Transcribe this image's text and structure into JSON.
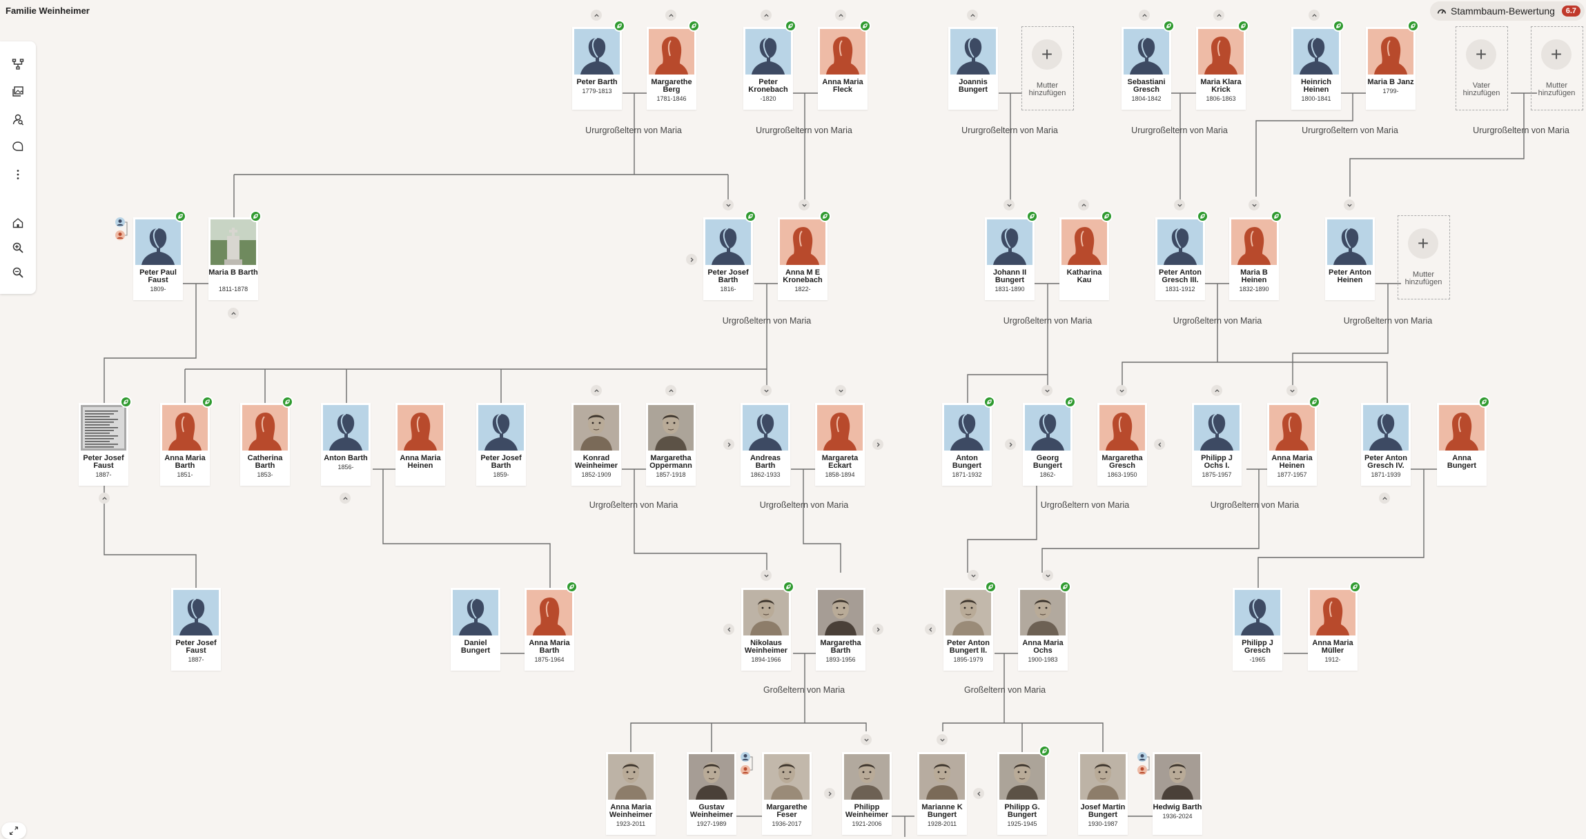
{
  "app": {
    "family_title": "Familie Weinheimer",
    "score_label": "Stammbaum-Bewertung",
    "score_value": "6.7"
  },
  "colors": {
    "background": "#f7f4f1",
    "male_bg": "#b9d4e6",
    "male_figure": "#3d4a63",
    "female_bg": "#eebba6",
    "female_figure": "#b84a2c",
    "hint_badge": "#2f9a2f",
    "score_badge": "#c0392b",
    "line": "#6b6b6b"
  },
  "toolbar": {
    "tools": [
      {
        "icon": "tree-view-icon"
      },
      {
        "icon": "gallery-icon"
      },
      {
        "icon": "person-search-icon"
      },
      {
        "icon": "comment-icon"
      },
      {
        "icon": "more-icon"
      },
      {
        "icon": "home-icon"
      },
      {
        "icon": "zoom-in-icon"
      },
      {
        "icon": "zoom-out-icon"
      }
    ]
  },
  "people": [
    {
      "id": "p1",
      "name": "Peter Barth",
      "dates": "1779-1813",
      "sex": "m",
      "photo": "silhouette",
      "hint": true
    },
    {
      "id": "p2",
      "name": "Margarethe Berg",
      "dates": "1781-1846",
      "sex": "f",
      "photo": "silhouette",
      "hint": true
    },
    {
      "id": "p3",
      "name": "Peter Kronebach",
      "dates": "-1820",
      "sex": "m",
      "photo": "silhouette",
      "hint": true
    },
    {
      "id": "p4",
      "name": "Anna Maria Fleck",
      "dates": "",
      "sex": "f",
      "photo": "silhouette",
      "hint": true
    },
    {
      "id": "p5",
      "name": "Joannis Bungert",
      "dates": "",
      "sex": "m",
      "photo": "silhouette",
      "hint": false
    },
    {
      "id": "p6",
      "name": "Sebastiani Gresch",
      "dates": "1804-1842",
      "sex": "m",
      "photo": "silhouette",
      "hint": true
    },
    {
      "id": "p7",
      "name": "Maria Klara Krick",
      "dates": "1806-1863",
      "sex": "f",
      "photo": "silhouette",
      "hint": true
    },
    {
      "id": "p8",
      "name": "Heinrich Heinen",
      "dates": "1800-1841",
      "sex": "m",
      "photo": "silhouette",
      "hint": true
    },
    {
      "id": "p9",
      "name": "Maria B Janz",
      "dates": "1799-",
      "sex": "f",
      "photo": "silhouette",
      "hint": true
    },
    {
      "id": "p10",
      "name": "Peter Paul Faust",
      "dates": "1809-",
      "sex": "m",
      "photo": "silhouette",
      "hint": true
    },
    {
      "id": "p11",
      "name": "Maria B Barth",
      "dates": "1811-1878",
      "sex": "f",
      "photo": "grave",
      "hint": true
    },
    {
      "id": "p12",
      "name": "Peter Josef Barth",
      "dates": "1816-",
      "sex": "m",
      "photo": "silhouette",
      "hint": true
    },
    {
      "id": "p13",
      "name": "Anna M E Kronebach",
      "dates": "1822-",
      "sex": "f",
      "photo": "silhouette",
      "hint": true
    },
    {
      "id": "p14",
      "name": "Johann II Bungert",
      "dates": "1831-1890",
      "sex": "m",
      "photo": "silhouette",
      "hint": true
    },
    {
      "id": "p15",
      "name": "Katharina Kau",
      "dates": "",
      "sex": "f",
      "photo": "silhouette",
      "hint": true
    },
    {
      "id": "p16",
      "name": "Peter Anton Gresch III.",
      "dates": "1831-1912",
      "sex": "m",
      "photo": "silhouette",
      "hint": true
    },
    {
      "id": "p17",
      "name": "Maria B Heinen",
      "dates": "1832-1890",
      "sex": "f",
      "photo": "silhouette",
      "hint": true
    },
    {
      "id": "p18",
      "name": "Peter Anton Heinen",
      "dates": "",
      "sex": "m",
      "photo": "silhouette",
      "hint": false
    },
    {
      "id": "p19",
      "name": "Peter Josef Faust",
      "dates": "1887-",
      "sex": "m",
      "photo": "document",
      "hint": true
    },
    {
      "id": "p20",
      "name": "Anna Maria Barth",
      "dates": "1851-",
      "sex": "f",
      "photo": "silhouette",
      "hint": true
    },
    {
      "id": "p21",
      "name": "Catherina Barth",
      "dates": "1853-",
      "sex": "f",
      "photo": "silhouette",
      "hint": true
    },
    {
      "id": "p22",
      "name": "Anton Barth",
      "dates": "1856-",
      "sex": "m",
      "photo": "silhouette",
      "hint": false
    },
    {
      "id": "p23",
      "name": "Anna Maria Heinen",
      "dates": "",
      "sex": "f",
      "photo": "silhouette",
      "hint": false
    },
    {
      "id": "p24",
      "name": "Peter Josef Barth",
      "dates": "1859-",
      "sex": "m",
      "photo": "silhouette",
      "hint": false
    },
    {
      "id": "p25",
      "name": "Konrad Weinheimer",
      "dates": "1852-1909",
      "sex": "m",
      "photo": "photo",
      "hint": false
    },
    {
      "id": "p26",
      "name": "Margaretha Oppermann",
      "dates": "1857-1918",
      "sex": "f",
      "photo": "photo",
      "hint": false
    },
    {
      "id": "p27",
      "name": "Andreas Barth",
      "dates": "1862-1933",
      "sex": "m",
      "photo": "silhouette",
      "hint": false
    },
    {
      "id": "p28",
      "name": "Margareta Eckart",
      "dates": "1858-1894",
      "sex": "f",
      "photo": "silhouette",
      "hint": false
    },
    {
      "id": "p29",
      "name": "Anton Bungert",
      "dates": "1871-1932",
      "sex": "m",
      "photo": "silhouette",
      "hint": true
    },
    {
      "id": "p30",
      "name": "Georg Bungert",
      "dates": "1862-",
      "sex": "m",
      "photo": "silhouette",
      "hint": true
    },
    {
      "id": "p31",
      "name": "Margaretha Gresch",
      "dates": "1863-1950",
      "sex": "f",
      "photo": "silhouette",
      "hint": false
    },
    {
      "id": "p32",
      "name": "Philipp J Ochs I.",
      "dates": "1875-1957",
      "sex": "m",
      "photo": "silhouette",
      "hint": false
    },
    {
      "id": "p33",
      "name": "Anna Maria Heinen",
      "dates": "1877-1957",
      "sex": "f",
      "photo": "silhouette",
      "hint": true
    },
    {
      "id": "p34",
      "name": "Peter Anton Gresch IV.",
      "dates": "1871-1939",
      "sex": "m",
      "photo": "silhouette",
      "hint": false
    },
    {
      "id": "p35",
      "name": "Anna Bungert",
      "dates": "",
      "sex": "f",
      "photo": "silhouette",
      "hint": true
    },
    {
      "id": "p36",
      "name": "Peter Josef Faust",
      "dates": "1887-",
      "sex": "m",
      "photo": "silhouette",
      "hint": false
    },
    {
      "id": "p37",
      "name": "Daniel Bungert",
      "dates": "",
      "sex": "m",
      "photo": "silhouette",
      "hint": false
    },
    {
      "id": "p38",
      "name": "Anna Maria Barth",
      "dates": "1875-1964",
      "sex": "f",
      "photo": "silhouette",
      "hint": true
    },
    {
      "id": "p39",
      "name": "Nikolaus Weinheimer",
      "dates": "1894-1966",
      "sex": "m",
      "photo": "photo",
      "hint": true
    },
    {
      "id": "p40",
      "name": "Margaretha Barth",
      "dates": "1893-1956",
      "sex": "f",
      "photo": "photo",
      "hint": false
    },
    {
      "id": "p41",
      "name": "Peter Anton Bungert II.",
      "dates": "1895-1979",
      "sex": "m",
      "photo": "photo",
      "hint": true
    },
    {
      "id": "p42",
      "name": "Anna Maria Ochs",
      "dates": "1900-1983",
      "sex": "f",
      "photo": "photo",
      "hint": true
    },
    {
      "id": "p43",
      "name": "Philipp J Gresch",
      "dates": "-1965",
      "sex": "m",
      "photo": "silhouette",
      "hint": false
    },
    {
      "id": "p44",
      "name": "Anna Maria Müller",
      "dates": "1912-",
      "sex": "f",
      "photo": "silhouette",
      "hint": true
    },
    {
      "id": "p45",
      "name": "Anna Maria Weinheimer",
      "dates": "1923-2011",
      "sex": "f",
      "photo": "photo",
      "hint": false
    },
    {
      "id": "p46",
      "name": "Gustav Weinheimer",
      "dates": "1927-1989",
      "sex": "m",
      "photo": "photo",
      "hint": false
    },
    {
      "id": "p47",
      "name": "Margarethe Feser",
      "dates": "1936-2017",
      "sex": "f",
      "photo": "photo",
      "hint": false
    },
    {
      "id": "p48",
      "name": "Philipp Weinheimer",
      "dates": "1921-2006",
      "sex": "m",
      "photo": "photo",
      "hint": false
    },
    {
      "id": "p49",
      "name": "Marianne K Bungert",
      "dates": "1928-2011",
      "sex": "f",
      "photo": "photo",
      "hint": false
    },
    {
      "id": "p50",
      "name": "Philipp G. Bungert",
      "dates": "1925-1945",
      "sex": "m",
      "photo": "photo",
      "hint": true
    },
    {
      "id": "p51",
      "name": "Josef Martin Bungert",
      "dates": "1930-1987",
      "sex": "m",
      "photo": "photo",
      "hint": false
    },
    {
      "id": "p52",
      "name": "Hedwig Barth",
      "dates": "1936-2024",
      "sex": "f",
      "photo": "photo",
      "hint": false
    }
  ],
  "add_placeholders": [
    {
      "id": "a1",
      "label": "Mutter hinzufügen"
    },
    {
      "id": "a2",
      "label": "Vater hinzufügen"
    },
    {
      "id": "a3",
      "label": "Mutter hinzufügen"
    },
    {
      "id": "a4",
      "label": "Mutter hinzufügen"
    }
  ],
  "group_labels": [
    {
      "id": "g1",
      "text": "Ururgroßeltern von Maria"
    },
    {
      "id": "g2",
      "text": "Ururgroßeltern von Maria"
    },
    {
      "id": "g3",
      "text": "Ururgroßeltern von Maria"
    },
    {
      "id": "g4",
      "text": "Ururgroßeltern von Maria"
    },
    {
      "id": "g5",
      "text": "Ururgroßeltern von Maria"
    },
    {
      "id": "g6",
      "text": "Ururgroßeltern von Maria"
    },
    {
      "id": "g7",
      "text": "Urgroßeltern von Maria"
    },
    {
      "id": "g8",
      "text": "Urgroßeltern von Maria"
    },
    {
      "id": "g9",
      "text": "Urgroßeltern von Maria"
    },
    {
      "id": "g10",
      "text": "Urgroßeltern von Maria"
    },
    {
      "id": "g11",
      "text": "Urgroßeltern von Maria"
    },
    {
      "id": "g12",
      "text": "Urgroßeltern von Maria"
    },
    {
      "id": "g13",
      "text": "Urgroßeltern von Maria"
    },
    {
      "id": "g14",
      "text": "Urgroßeltern von Maria"
    },
    {
      "id": "g15",
      "text": "Großeltern von Maria"
    },
    {
      "id": "g16",
      "text": "Großeltern von Maria"
    }
  ]
}
